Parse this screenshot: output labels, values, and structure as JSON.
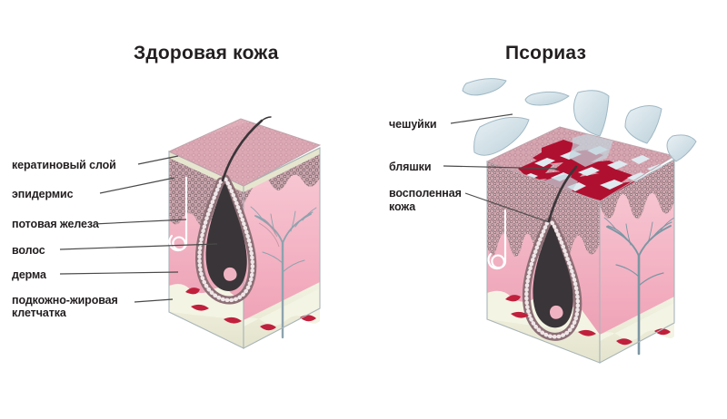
{
  "diagram": {
    "kind": "medical-illustration",
    "subject": "Comparison of healthy skin and psoriatic skin cross-sections",
    "language": "ru"
  },
  "panels": {
    "left": {
      "title": "Здоровая кожа",
      "labels": [
        {
          "id": "keratin",
          "text": "кератиновый слой"
        },
        {
          "id": "epidermis",
          "text": "эпидермис"
        },
        {
          "id": "sweatgland",
          "text": "потовая железа"
        },
        {
          "id": "hair",
          "text": "волос"
        },
        {
          "id": "dermis",
          "text": "дерма"
        },
        {
          "id": "fat",
          "text": "подкожно-жировая\nклетчатка"
        },
        {
          "id": "fat_line1",
          "text": "подкожно-жировая"
        },
        {
          "id": "fat_line2",
          "text": "клетчатка"
        }
      ]
    },
    "right": {
      "title": "Псориаз",
      "labels": [
        {
          "id": "scales",
          "text": "чешуйки"
        },
        {
          "id": "plaques",
          "text": "бляшки"
        },
        {
          "id": "inflamed",
          "text": "восполенная\nкожа"
        },
        {
          "id": "inflamed_line1",
          "text": "восполенная"
        },
        {
          "id": "inflamed_line2",
          "text": "кожа"
        }
      ]
    }
  },
  "colors": {
    "text": "#231f20",
    "leader": "#4a4a4a",
    "skin_surface": "#dca8b4",
    "skin_surface_dark": "#c58f9d",
    "keratin": "#e6e6cf",
    "epidermis_cell": "#8d6f76",
    "epidermis_fill": "#c8a3ac",
    "dermis_top": "#f6c3cf",
    "dermis_bottom": "#ef9fb3",
    "dermis_side": "#f3b4c3",
    "fat": "#eeeedb",
    "fat_lobule": "#f7f7e9",
    "hair": "#3a3538",
    "vessel": "#7b96a3",
    "blood": "#c0203c",
    "plaque_red": "#b01030",
    "scale_pale": "#cfdee4",
    "outline": "#9aa7ad"
  }
}
